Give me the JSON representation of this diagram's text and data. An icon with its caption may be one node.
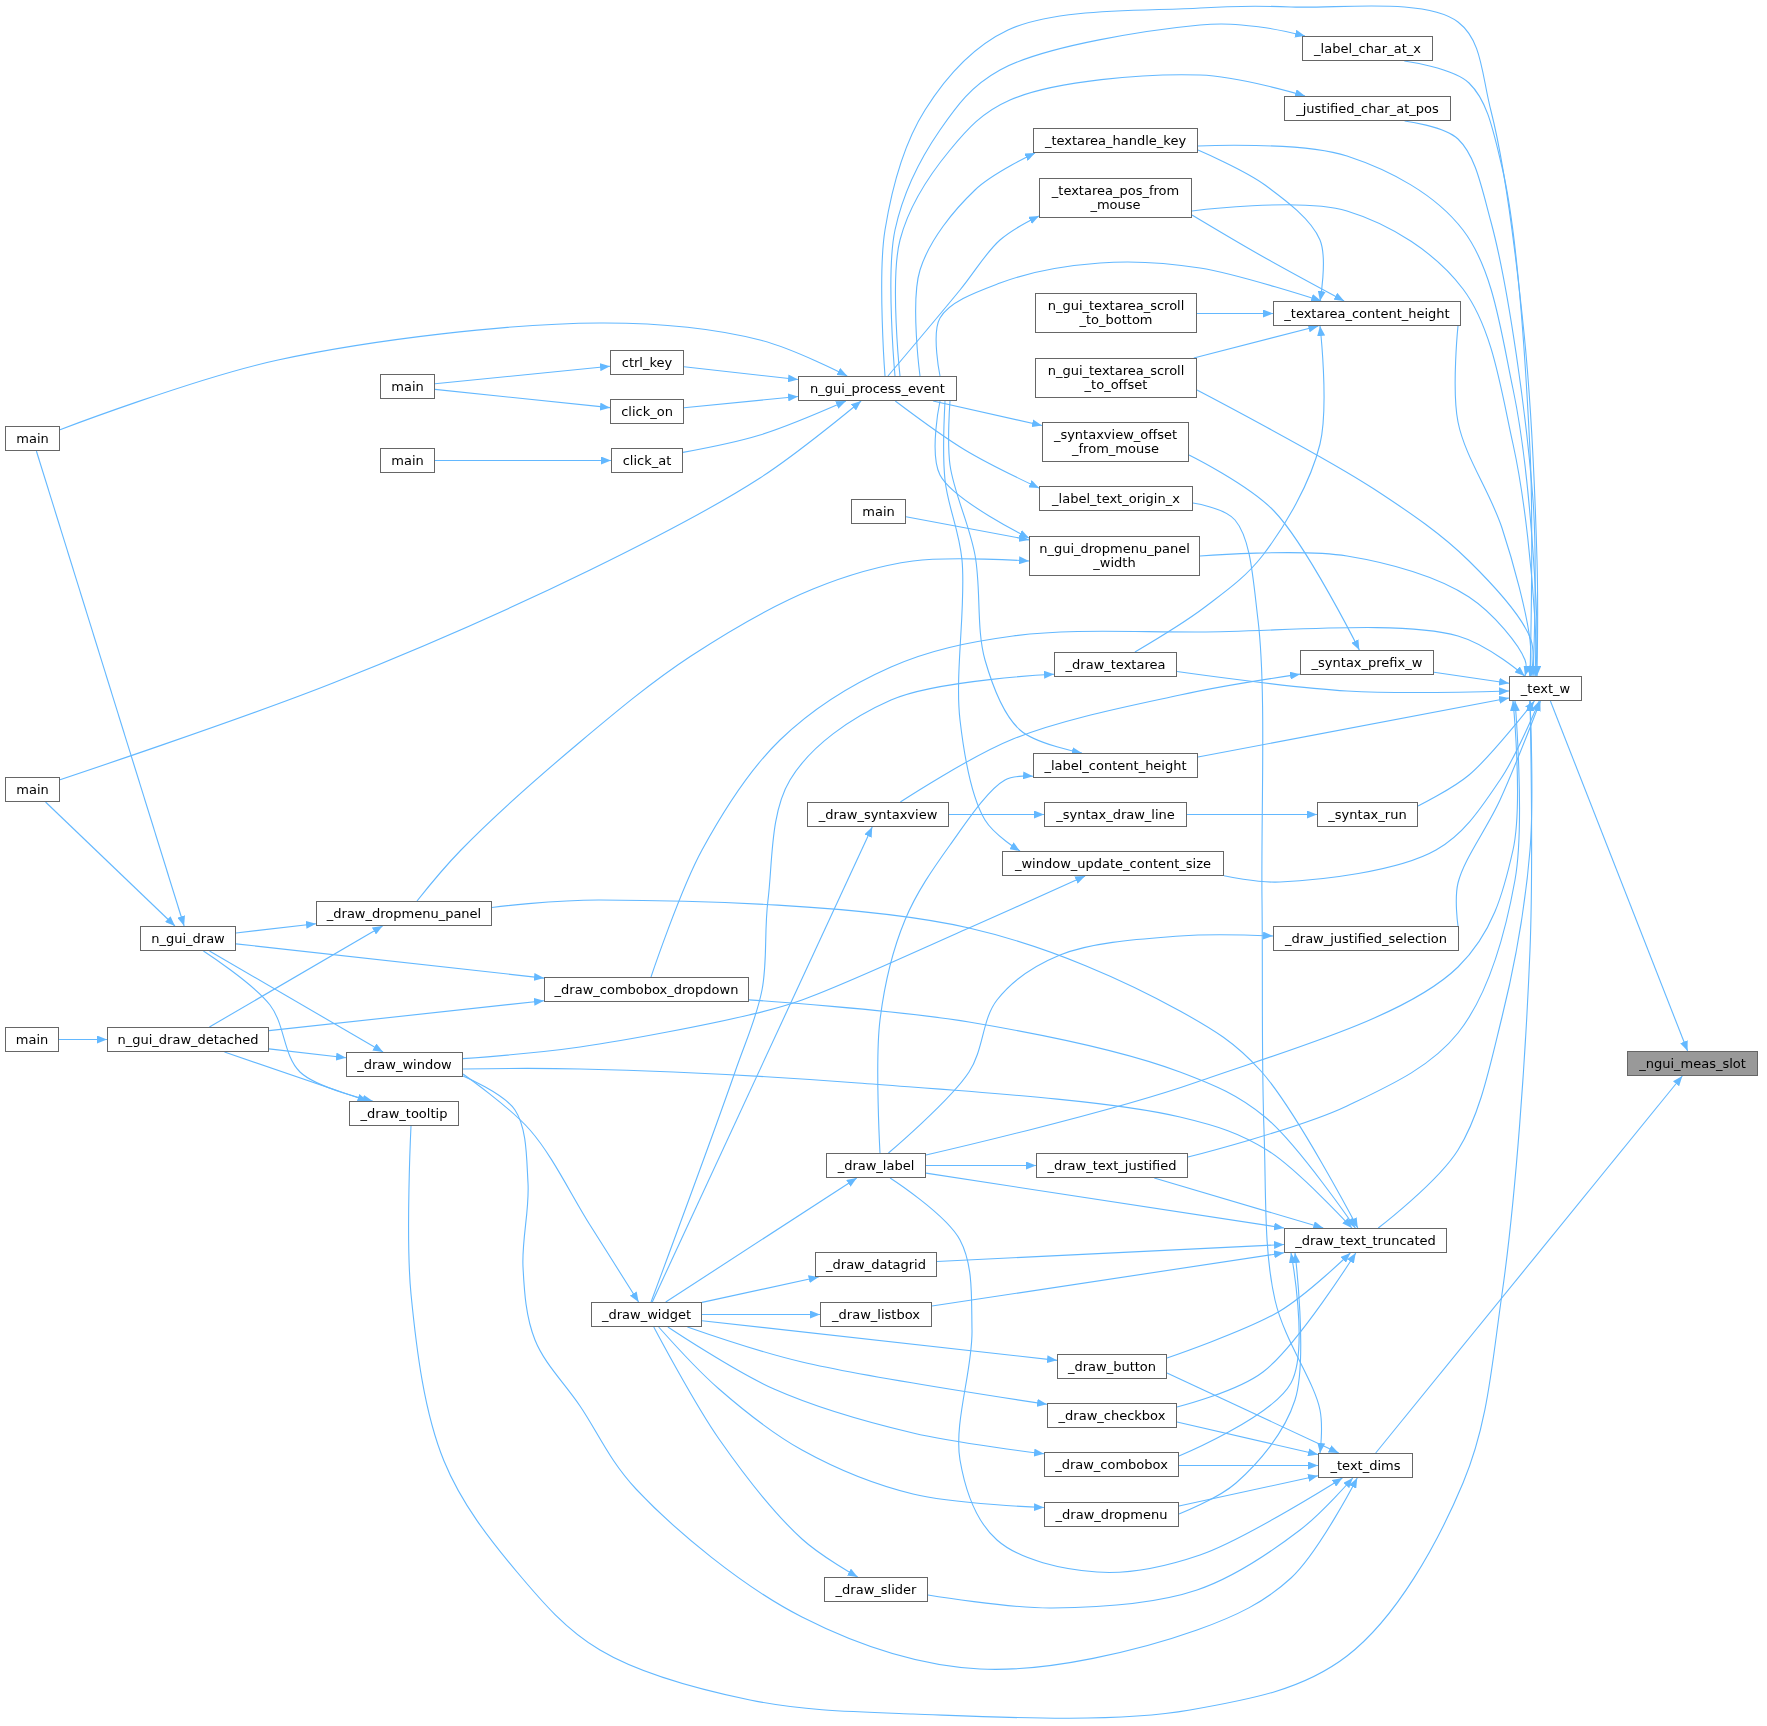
{
  "diagram": {
    "nodes": [
      {
        "text": [
          "_label_char_at_x"
        ]
      },
      {
        "text": [
          "_justified_char_at_pos"
        ]
      },
      {
        "text": [
          "_textarea_handle_key"
        ]
      },
      {
        "text": [
          "_textarea_pos_from _mouse"
        ]
      },
      {
        "text": [
          "n_gui_textarea_scroll _to_bottom"
        ]
      },
      {
        "text": [
          "_textarea_content_height"
        ]
      },
      {
        "text": [
          "n_gui_textarea_scroll _to_offset"
        ]
      },
      {
        "text": [
          "ctrl_key"
        ]
      },
      {
        "text": [
          "main"
        ]
      },
      {
        "text": [
          "n_gui_process_event"
        ]
      },
      {
        "text": [
          "click_on"
        ]
      },
      {
        "text": [
          "main"
        ]
      },
      {
        "text": [
          "main"
        ]
      },
      {
        "text": [
          "click_at"
        ]
      },
      {
        "text": [
          "_syntaxview_offset _from_mouse"
        ]
      },
      {
        "text": [
          "_label_text_origin_x"
        ]
      },
      {
        "text": [
          "main"
        ]
      },
      {
        "text": [
          "n_gui_dropmenu_panel _width"
        ]
      },
      {
        "text": [
          "_draw_textarea"
        ]
      },
      {
        "text": [
          "_syntax_prefix_w"
        ]
      },
      {
        "text": [
          "_text_w"
        ]
      },
      {
        "text": [
          "main"
        ]
      },
      {
        "text": [
          "_label_content_height"
        ]
      },
      {
        "text": [
          "_draw_syntaxview"
        ]
      },
      {
        "text": [
          "_syntax_draw_line"
        ]
      },
      {
        "text": [
          "_syntax_run"
        ]
      },
      {
        "text": [
          "_window_update_content_size"
        ]
      },
      {
        "text": [
          "_draw_dropmenu_panel"
        ]
      },
      {
        "text": [
          "_draw_justified_selection"
        ]
      },
      {
        "text": [
          "n_gui_draw"
        ]
      },
      {
        "text": [
          "_draw_combobox_dropdown"
        ]
      },
      {
        "text": [
          "main"
        ]
      },
      {
        "text": [
          "n_gui_draw_detached"
        ]
      },
      {
        "text": [
          "_ngui_meas_slot"
        ]
      },
      {
        "text": [
          "_draw_window"
        ]
      },
      {
        "text": [
          "_draw_tooltip"
        ]
      },
      {
        "text": [
          "_draw_label"
        ]
      },
      {
        "text": [
          "_draw_text_justified"
        ]
      },
      {
        "text": [
          "_draw_text_truncated"
        ]
      },
      {
        "text": [
          "_draw_datagrid"
        ]
      },
      {
        "text": [
          "_draw_widget"
        ]
      },
      {
        "text": [
          "_draw_listbox"
        ]
      },
      {
        "text": [
          "_draw_button"
        ]
      },
      {
        "text": [
          "_draw_checkbox"
        ]
      },
      {
        "text": [
          "_draw_combobox"
        ]
      },
      {
        "text": [
          "_text_dims"
        ]
      },
      {
        "text": [
          "_draw_dropmenu"
        ]
      },
      {
        "text": [
          "_draw_slider"
        ]
      }
    ],
    "edges": [
      {
        "from": 20,
        "to": 33,
        "arrow": "to"
      },
      {
        "from": 45,
        "to": 33,
        "arrow": "to"
      },
      {
        "from": 9,
        "to": 20,
        "arrow": "to"
      },
      {
        "from": 0,
        "to": 20,
        "arrow": "to"
      },
      {
        "from": 1,
        "to": 20,
        "arrow": "to"
      },
      {
        "from": 2,
        "to": 20,
        "arrow": "to"
      },
      {
        "from": 3,
        "to": 20,
        "arrow": "to"
      },
      {
        "from": 5,
        "to": 20,
        "arrow": "to"
      },
      {
        "from": 6,
        "to": 20,
        "arrow": "to"
      },
      {
        "from": 17,
        "to": 20,
        "arrow": "to"
      },
      {
        "from": 30,
        "to": 20,
        "arrow": "to"
      },
      {
        "from": 19,
        "to": 20,
        "arrow": "to"
      },
      {
        "from": 18,
        "to": 20,
        "arrow": "to"
      },
      {
        "from": 22,
        "to": 20,
        "arrow": "to"
      },
      {
        "from": 25,
        "to": 20,
        "arrow": "to"
      },
      {
        "from": 26,
        "to": 20,
        "arrow": "to"
      },
      {
        "from": 28,
        "to": 20,
        "arrow": "to"
      },
      {
        "from": 36,
        "to": 20,
        "arrow": "to"
      },
      {
        "from": 37,
        "to": 20,
        "arrow": "to"
      },
      {
        "from": 38,
        "to": 20,
        "arrow": "to"
      },
      {
        "from": 35,
        "to": 20,
        "arrow": "to"
      },
      {
        "from": 9,
        "to": 0,
        "arrow": "to"
      },
      {
        "from": 9,
        "to": 1,
        "arrow": "to"
      },
      {
        "from": 9,
        "to": 2,
        "arrow": "to"
      },
      {
        "from": 9,
        "to": 3,
        "arrow": "to"
      },
      {
        "from": 9,
        "to": 5,
        "arrow": "to"
      },
      {
        "from": 9,
        "to": 14,
        "arrow": "to"
      },
      {
        "from": 9,
        "to": 15,
        "arrow": "to"
      },
      {
        "from": 9,
        "to": 17,
        "arrow": "to"
      },
      {
        "from": 9,
        "to": 22,
        "arrow": "to"
      },
      {
        "from": 9,
        "to": 26,
        "arrow": "to"
      },
      {
        "from": 7,
        "to": 9,
        "arrow": "to"
      },
      {
        "from": 10,
        "to": 9,
        "arrow": "to"
      },
      {
        "from": 13,
        "to": 9,
        "arrow": "to"
      },
      {
        "from": 11,
        "to": 9,
        "arrow": "to"
      },
      {
        "from": 21,
        "to": 9,
        "arrow": "to"
      },
      {
        "from": 8,
        "to": 7,
        "arrow": "to"
      },
      {
        "from": 8,
        "to": 10,
        "arrow": "to"
      },
      {
        "from": 12,
        "to": 13,
        "arrow": "to"
      },
      {
        "from": 2,
        "to": 5,
        "arrow": "to"
      },
      {
        "from": 3,
        "to": 5,
        "arrow": "to"
      },
      {
        "from": 4,
        "to": 5,
        "arrow": "to"
      },
      {
        "from": 6,
        "to": 5,
        "arrow": "to"
      },
      {
        "from": 18,
        "to": 5,
        "arrow": "to"
      },
      {
        "from": 14,
        "to": 19,
        "arrow": "to"
      },
      {
        "from": 23,
        "to": 19,
        "arrow": "to"
      },
      {
        "from": 23,
        "to": 24,
        "arrow": "to"
      },
      {
        "from": 24,
        "to": 25,
        "arrow": "to"
      },
      {
        "from": 16,
        "to": 17,
        "arrow": "to"
      },
      {
        "from": 27,
        "to": 17,
        "arrow": "to"
      },
      {
        "from": 11,
        "to": 29,
        "arrow": "to"
      },
      {
        "from": 21,
        "to": 29,
        "arrow": "to"
      },
      {
        "from": 29,
        "to": 27,
        "arrow": "to"
      },
      {
        "from": 29,
        "to": 30,
        "arrow": "to"
      },
      {
        "from": 29,
        "to": 34,
        "arrow": "to"
      },
      {
        "from": 29,
        "to": 35,
        "arrow": "to"
      },
      {
        "from": 31,
        "to": 32,
        "arrow": "to"
      },
      {
        "from": 32,
        "to": 27,
        "arrow": "to"
      },
      {
        "from": 32,
        "to": 30,
        "arrow": "to"
      },
      {
        "from": 32,
        "to": 34,
        "arrow": "to"
      },
      {
        "from": 32,
        "to": 35,
        "arrow": "to"
      },
      {
        "from": 34,
        "to": 26,
        "arrow": "to"
      },
      {
        "from": 34,
        "to": 38,
        "arrow": "to"
      },
      {
        "from": 34,
        "to": 40,
        "arrow": "to"
      },
      {
        "from": 34,
        "to": 45,
        "arrow": "to"
      },
      {
        "from": 40,
        "to": 36,
        "arrow": "to"
      },
      {
        "from": 40,
        "to": 39,
        "arrow": "to"
      },
      {
        "from": 40,
        "to": 41,
        "arrow": "to"
      },
      {
        "from": 40,
        "to": 42,
        "arrow": "to"
      },
      {
        "from": 40,
        "to": 43,
        "arrow": "to"
      },
      {
        "from": 40,
        "to": 44,
        "arrow": "to"
      },
      {
        "from": 40,
        "to": 46,
        "arrow": "to"
      },
      {
        "from": 40,
        "to": 47,
        "arrow": "to"
      },
      {
        "from": 40,
        "to": 23,
        "arrow": "to"
      },
      {
        "from": 40,
        "to": 18,
        "arrow": "to"
      },
      {
        "from": 36,
        "to": 22,
        "arrow": "to"
      },
      {
        "from": 36,
        "to": 28,
        "arrow": "to"
      },
      {
        "from": 36,
        "to": 37,
        "arrow": "to"
      },
      {
        "from": 36,
        "to": 38,
        "arrow": "to"
      },
      {
        "from": 36,
        "to": 45,
        "arrow": "to"
      },
      {
        "from": 37,
        "to": 38,
        "arrow": "to"
      },
      {
        "from": 27,
        "to": 38,
        "arrow": "to"
      },
      {
        "from": 30,
        "to": 38,
        "arrow": "to"
      },
      {
        "from": 39,
        "to": 38,
        "arrow": "to"
      },
      {
        "from": 41,
        "to": 38,
        "arrow": "to"
      },
      {
        "from": 42,
        "to": 38,
        "arrow": "to"
      },
      {
        "from": 43,
        "to": 38,
        "arrow": "to"
      },
      {
        "from": 44,
        "to": 38,
        "arrow": "to"
      },
      {
        "from": 46,
        "to": 38,
        "arrow": "to"
      },
      {
        "from": 42,
        "to": 45,
        "arrow": "to"
      },
      {
        "from": 43,
        "to": 45,
        "arrow": "to"
      },
      {
        "from": 44,
        "to": 45,
        "arrow": "to"
      },
      {
        "from": 46,
        "to": 45,
        "arrow": "to"
      },
      {
        "from": 47,
        "to": 45,
        "arrow": "to"
      },
      {
        "from": 15,
        "to": 45,
        "arrow": "to"
      }
    ]
  }
}
